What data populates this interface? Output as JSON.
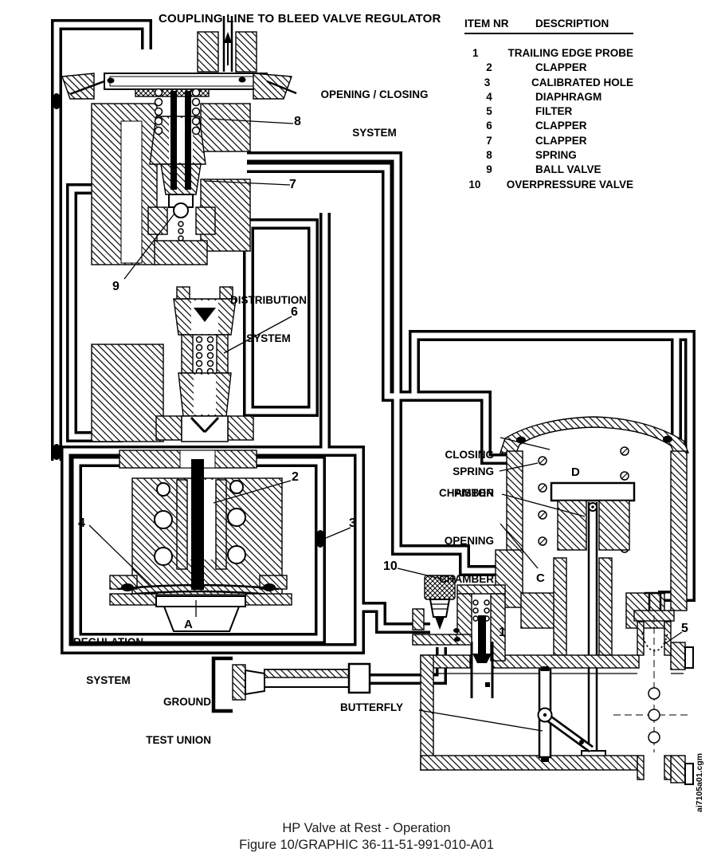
{
  "coupling_label": "COUPLING LINE TO BLEED VALVE REGULATOR",
  "labels": {
    "opening_closing_1": "OPENING / CLOSING",
    "opening_closing_2": "SYSTEM",
    "distribution_1": "DISTRIBUTION",
    "distribution_2": "SYSTEM",
    "regulation_1": "REGULATION",
    "regulation_2": "SYSTEM",
    "closing_chamber_1": "CLOSING",
    "closing_chamber_2": "CHAMBER",
    "spring": "SPRING",
    "piston": "PISTON",
    "opening_chamber_1": "OPENING",
    "opening_chamber_2": "CHAMBER",
    "ground_test_union_1": "GROUND",
    "ground_test_union_2": "TEST UNION",
    "butterfly": "BUTTERFLY"
  },
  "zone_letters": {
    "a": "A",
    "c": "C",
    "d": "D"
  },
  "callouts": {
    "c1": "1",
    "c2": "2",
    "c3": "3",
    "c4": "4",
    "c5": "5",
    "c6": "6",
    "c7": "7",
    "c8": "8",
    "c9": "9",
    "c10": "10"
  },
  "parts_table": {
    "header_item": "ITEM NR",
    "header_desc": "DESCRIPTION",
    "rows": [
      {
        "item": "1",
        "desc": "TRAILING EDGE PROBE"
      },
      {
        "item": "2",
        "desc": "CLAPPER"
      },
      {
        "item": "3",
        "desc": "CALIBRATED HOLE"
      },
      {
        "item": "4",
        "desc": "DIAPHRAGM"
      },
      {
        "item": "5",
        "desc": "FILTER"
      },
      {
        "item": "6",
        "desc": "CLAPPER"
      },
      {
        "item": "7",
        "desc": "CLAPPER"
      },
      {
        "item": "8",
        "desc": "SPRING"
      },
      {
        "item": "9",
        "desc": "BALL VALVE"
      },
      {
        "item": "10",
        "desc": "OVERPRESSURE VALVE"
      }
    ]
  },
  "caption": {
    "line1": "HP Valve at Rest - Operation",
    "line2": "Figure 10/GRAPHIC 36-11-51-991-010-A01"
  },
  "watermark": "ai7105a01.cgm",
  "colors": {
    "ink": "#000000",
    "paper": "#ffffff"
  }
}
